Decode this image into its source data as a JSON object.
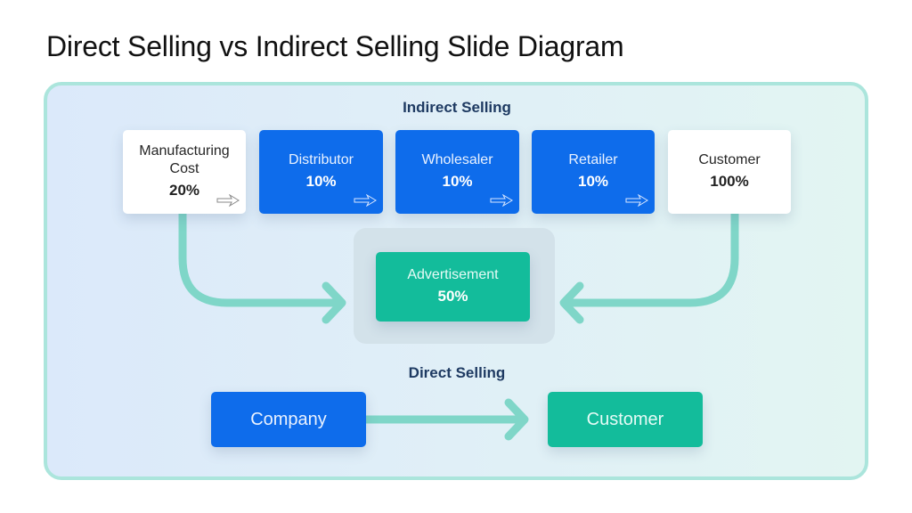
{
  "title": "Direct Selling vs Indirect Selling Slide Diagram",
  "colors": {
    "panel_border": "#abe5dc",
    "blue": "#0e6ceb",
    "green": "#13bc9b",
    "connector": "#7fd6c8",
    "heading": "#1e3a62"
  },
  "indirect": {
    "heading": "Indirect Selling",
    "chain": [
      {
        "label": "Manufacturing Cost",
        "value": "20%",
        "style": "white",
        "arrow": "outline-arrow-right-icon"
      },
      {
        "label": "Distributor",
        "value": "10%",
        "style": "blue",
        "arrow": "outline-arrow-right-icon"
      },
      {
        "label": "Wholesaler",
        "value": "10%",
        "style": "blue",
        "arrow": "outline-arrow-right-icon"
      },
      {
        "label": "Retailer",
        "value": "10%",
        "style": "blue",
        "arrow": "outline-arrow-right-icon"
      },
      {
        "label": "Customer",
        "value": "100%",
        "style": "white"
      }
    ],
    "center": {
      "label": "Advertisement",
      "value": "50%",
      "style": "green"
    }
  },
  "direct": {
    "heading": "Direct Selling",
    "from": {
      "label": "Company",
      "style": "blue"
    },
    "to": {
      "label": "Customer",
      "style": "green"
    }
  }
}
